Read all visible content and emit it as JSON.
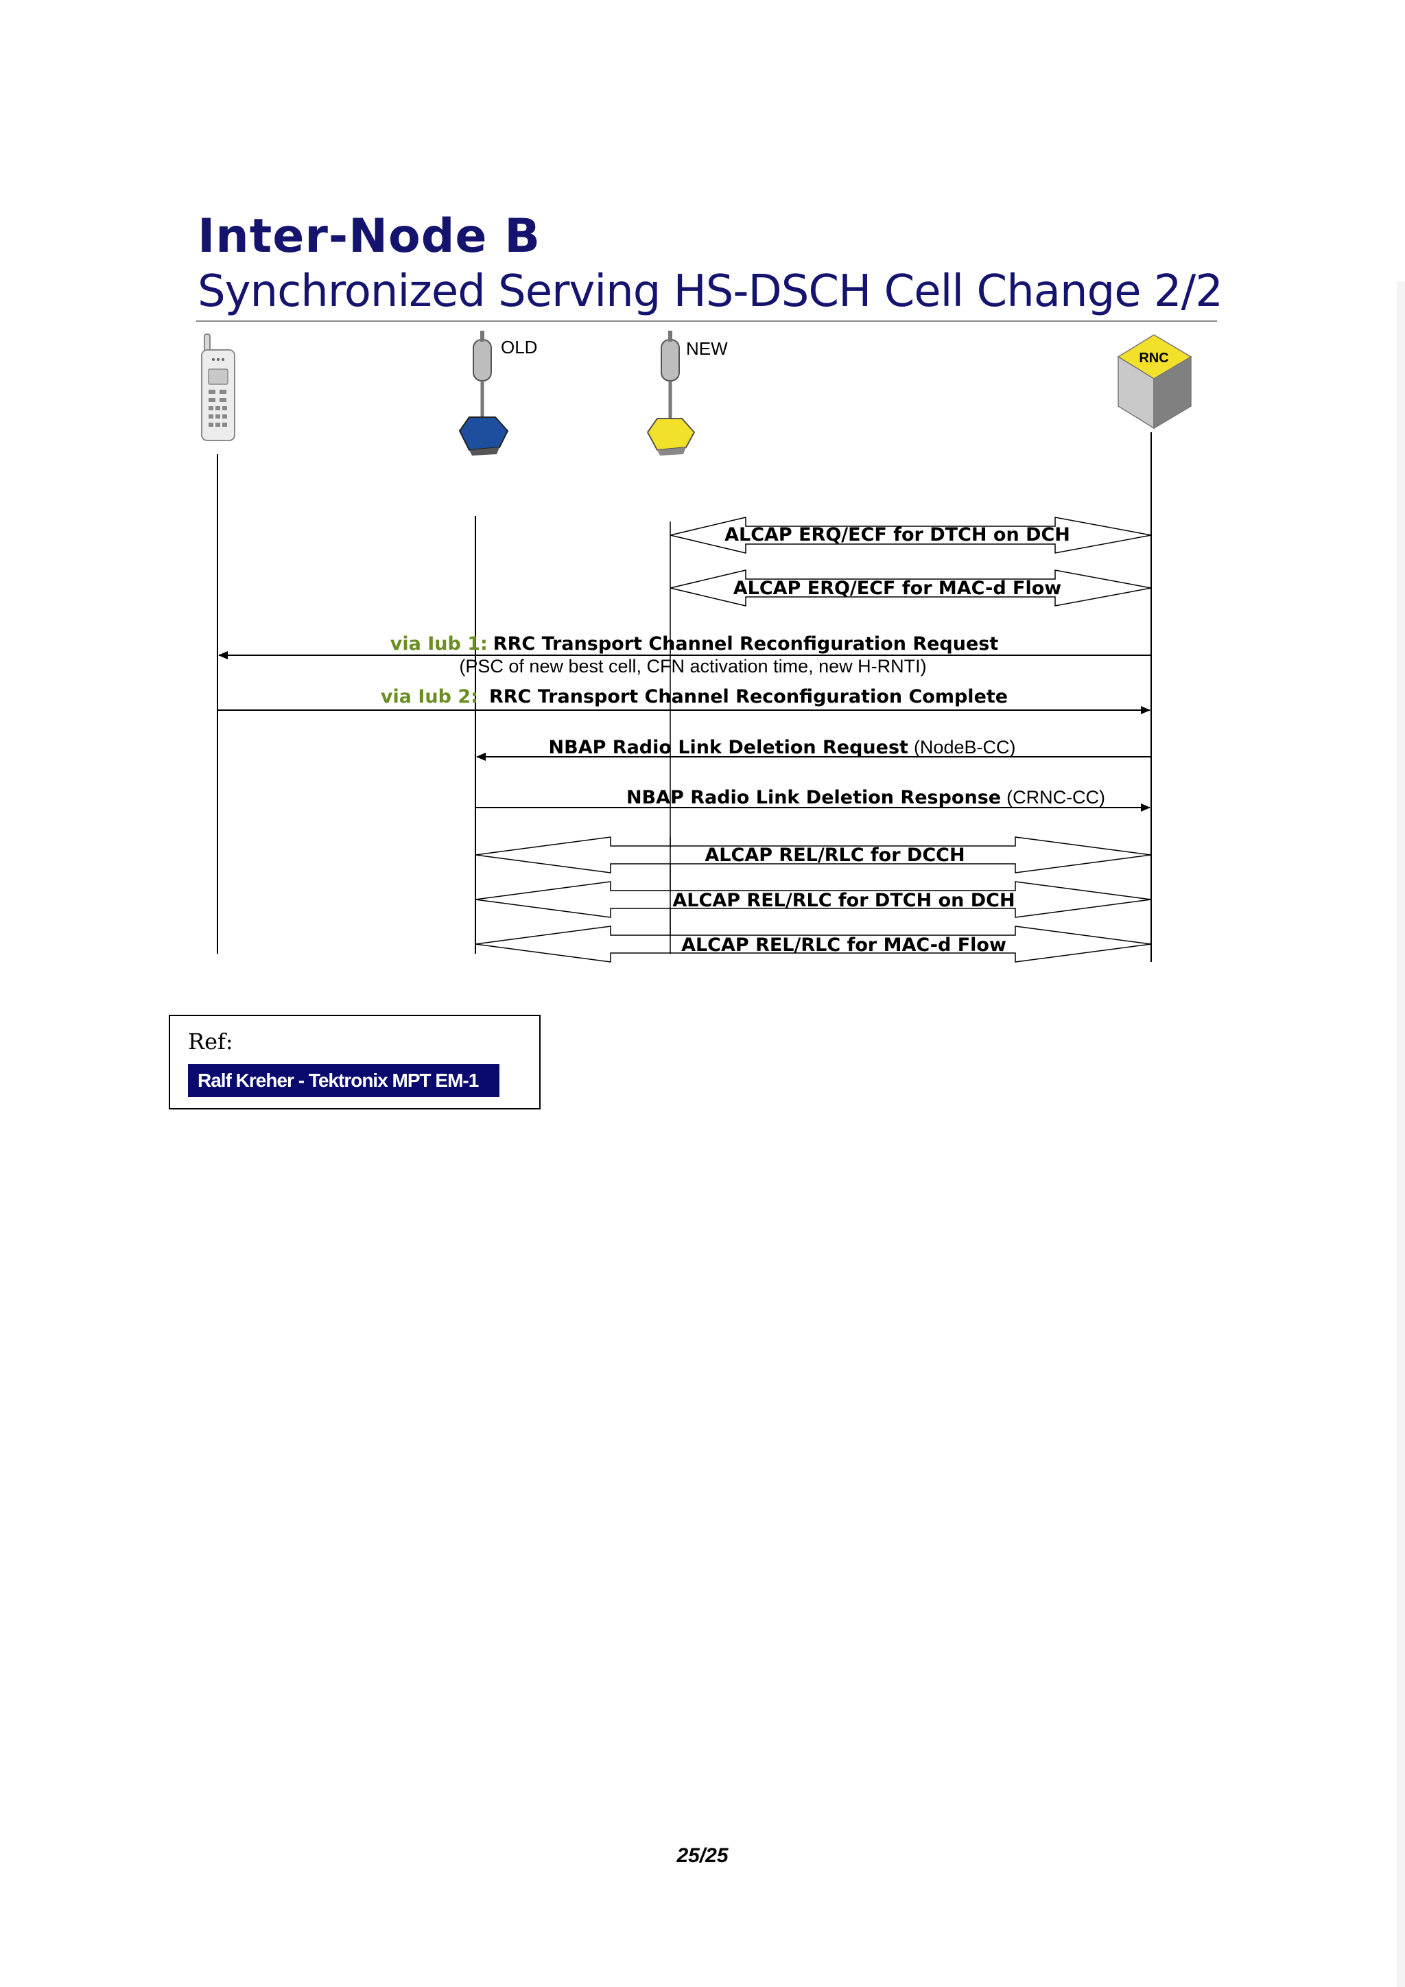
{
  "title": {
    "line1": "Inter-Node B",
    "line2": "Synchronized Serving HS-DSCH Cell Change 2/2"
  },
  "entities": {
    "old_label": "OLD",
    "new_label": "NEW",
    "rnc_label": "RNC"
  },
  "messages": [
    {
      "id": "m1",
      "text": "ALCAP ERQ/ECF for DTCH on DCH"
    },
    {
      "id": "m2",
      "text": "ALCAP ERQ/ECF for MAC-d Flow"
    },
    {
      "id": "m3",
      "prefix": "via Iub 1:",
      "text": "RRC Transport Channel Reconfiguration Request"
    },
    {
      "id": "m3b",
      "text": "(PSC of new best cell, CFN activation time, new H-RNTI)"
    },
    {
      "id": "m4",
      "prefix": "via Iub 2:",
      "text": "RRC Transport Channel Reconfiguration Complete"
    },
    {
      "id": "m5",
      "text": "NBAP Radio Link Deletion Request",
      "suffix": "(NodeB-CC)"
    },
    {
      "id": "m6",
      "text": "NBAP Radio Link Deletion Response",
      "suffix": "(CRNC-CC)"
    },
    {
      "id": "m7",
      "text": "ALCAP REL/RLC for DCCH"
    },
    {
      "id": "m8",
      "text": "ALCAP REL/RLC for DTCH on DCH"
    },
    {
      "id": "m9",
      "text": "ALCAP REL/RLC for MAC-d Flow"
    }
  ],
  "colors": {
    "title": "#14146e",
    "via_prefix": "#6b8e23",
    "old_nodeb": "#1e4f9e",
    "new_nodeb": "#f2e02a",
    "rnc": "#f2e02a",
    "ref_bg": "#0a0a6e"
  },
  "reference": {
    "label": "Ref:",
    "author": "Ralf Kreher - Tektronix MPT EM-1"
  },
  "page_number": "25/25"
}
